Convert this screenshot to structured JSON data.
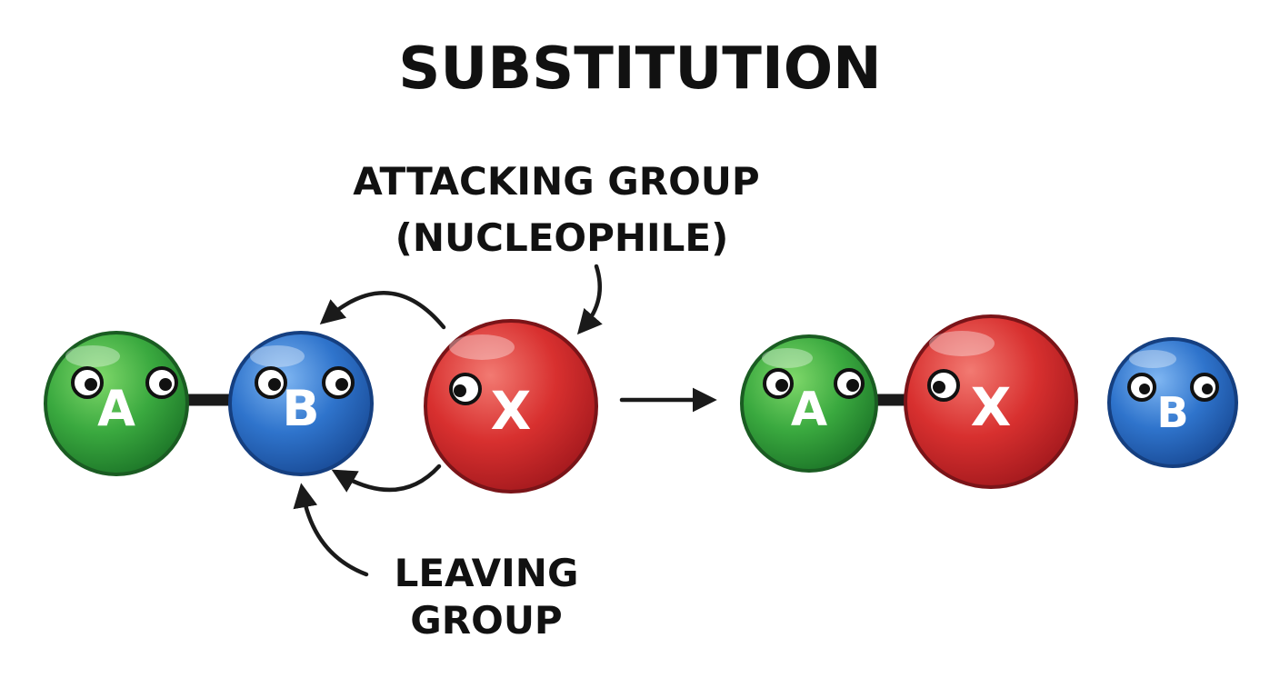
{
  "title": "SUBSTITUTION",
  "labels": {
    "attacking_line1": "ATTACKING GROUP",
    "attacking_line2": "(NUCLEOPHILE)",
    "leaving_line1": "LEAVING",
    "leaving_line2": "GROUP"
  },
  "reactants": {
    "atom_a": "A",
    "atom_b": "B",
    "atom_x": "X"
  },
  "products": {
    "atom_a": "A",
    "atom_x": "X",
    "atom_b": "B"
  },
  "colors": {
    "green": "#2e9a3a",
    "blue": "#2f6fc4",
    "red": "#d42f2f",
    "ink": "#111111"
  }
}
